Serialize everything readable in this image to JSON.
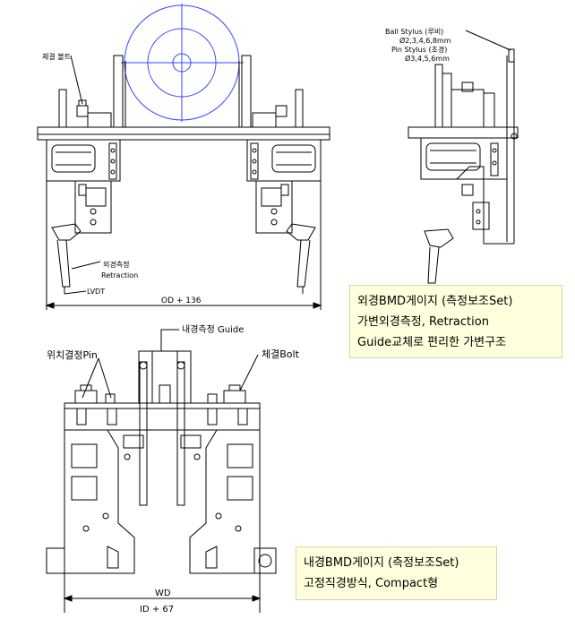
{
  "labels": {
    "clamp_bolt_top": "체결 볼트",
    "ball_stylus_line1": "Ball Stylus (루비)",
    "ball_stylus_line2": "Ø2,3,4,6,8mm",
    "pin_stylus_line1": "Pin Stylus (초경)",
    "pin_stylus_line2": "Ø3,4,5,6mm",
    "outer_measure_kr": "외경측정",
    "retraction": "Retraction",
    "lvdt": "LVDT",
    "dim_outer": "OD + 136",
    "inner_guide": "내경측정 Guide",
    "position_pin": "위치결정Pin",
    "clamp_bolt_bottom": "체결Bolt",
    "dim_wd": "WD",
    "dim_inner": "ID + 67"
  },
  "notes": {
    "outer": {
      "line1": "외경BMD게이지 (측정보조Set)",
      "line2": "가변외경측정, Retraction",
      "line3": "Guide교체로 편리한 가변구조"
    },
    "inner": {
      "line1": "내경BMD게이지 (측정보조Set)",
      "line2": "고정직경방식, Compact형"
    }
  },
  "colors": {
    "line": "#000000",
    "workpiece": "#3344ff",
    "note_bg": "#ffffdd"
  }
}
